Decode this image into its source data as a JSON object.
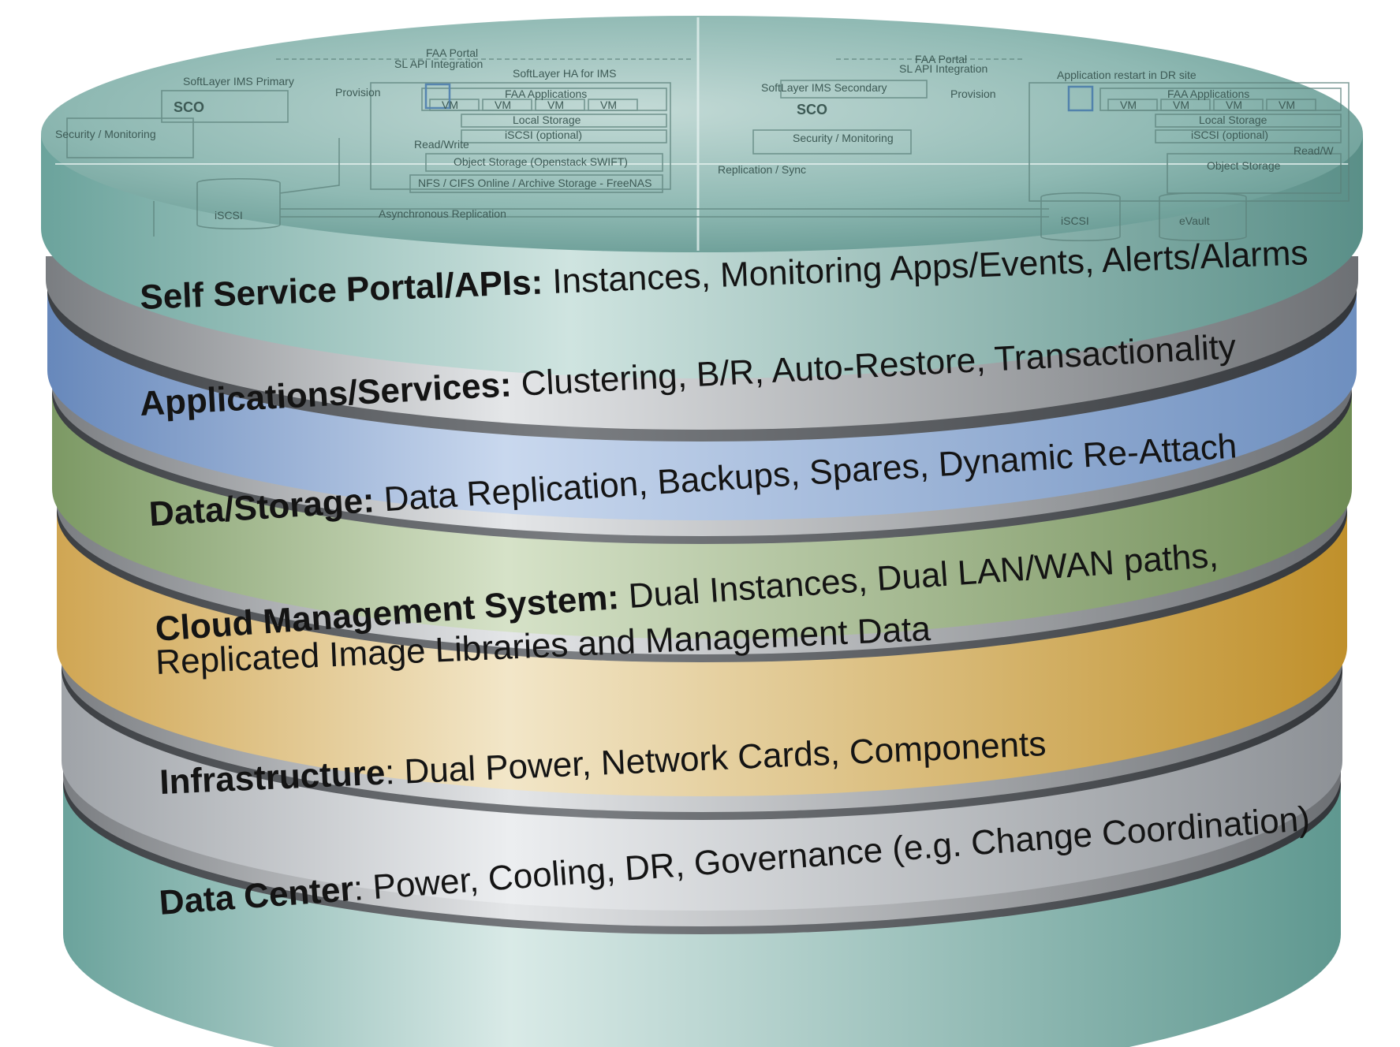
{
  "layers": [
    {
      "id": "self-service",
      "bold": "Self Service Portal/APIs:",
      "rest": " Instances, Monitoring Apps/Events, Alerts/Alarms",
      "color": "#8fb2d3"
    },
    {
      "id": "applications",
      "bold": "Applications/Services:",
      "rest": " Clustering, B/R, Auto-Restore, Transactionality",
      "color": "#b5c7e2"
    },
    {
      "id": "data-storage",
      "bold": "Data/Storage:",
      "rest": " Data Replication, Backups, Spares, Dynamic Re-Attach",
      "color": "#c4d6b4"
    },
    {
      "id": "cloud-mgmt",
      "bold": "Cloud Management System:",
      "rest": " Dual Instances, Dual LAN/WAN paths,",
      "line2": "Replicated Image Libraries and Management Data",
      "color": "#e6cf99"
    },
    {
      "id": "infrastructure",
      "bold": "Infrastructure",
      "rest": ": Dual Power, Network Cards, Components",
      "color": "#dadcde"
    },
    {
      "id": "data-center",
      "bold": "Data Center",
      "rest": ": Power, Cooling, DR, Governance (e.g. Change Coordination)",
      "color": "#b5d3cf"
    }
  ],
  "top_diagram": {
    "left": {
      "portal": "FAA Portal",
      "api": "SL API Integration",
      "ha": "SoftLayer  HA for IMS",
      "ims": "SoftLayer IMS Primary",
      "provision": "Provision",
      "sco": "SCO",
      "security": "Security / Monitoring",
      "apps": "FAA Applications",
      "vm": "VM",
      "local_storage": "Local Storage",
      "iscsi_opt": "iSCSI (optional)",
      "read_write": "Read/Write",
      "object_storage": "Object Storage (Openstack SWIFT)",
      "nfs": "NFS / CIFS Online / Archive Storage - FreeNAS",
      "iscsi": "iSCSI"
    },
    "center": {
      "async": "Asynchronous Replication",
      "repl_sync": "Replication / Sync"
    },
    "right": {
      "portal": "FAA Portal",
      "api": "SL API Integration",
      "restart": "Application restart in DR site",
      "ims": "SoftLayer IMS Secondary",
      "provision": "Provision",
      "sco": "SCO",
      "security": "Security / Monitoring",
      "apps": "FAA Applications",
      "vm": "VM",
      "local_storage": "Local Storage",
      "iscsi_opt": "iSCSI (optional)",
      "read_write": "Read/W",
      "object_storage": "Object Storage",
      "iscsi": "iSCSI",
      "evault": "eVault"
    }
  }
}
